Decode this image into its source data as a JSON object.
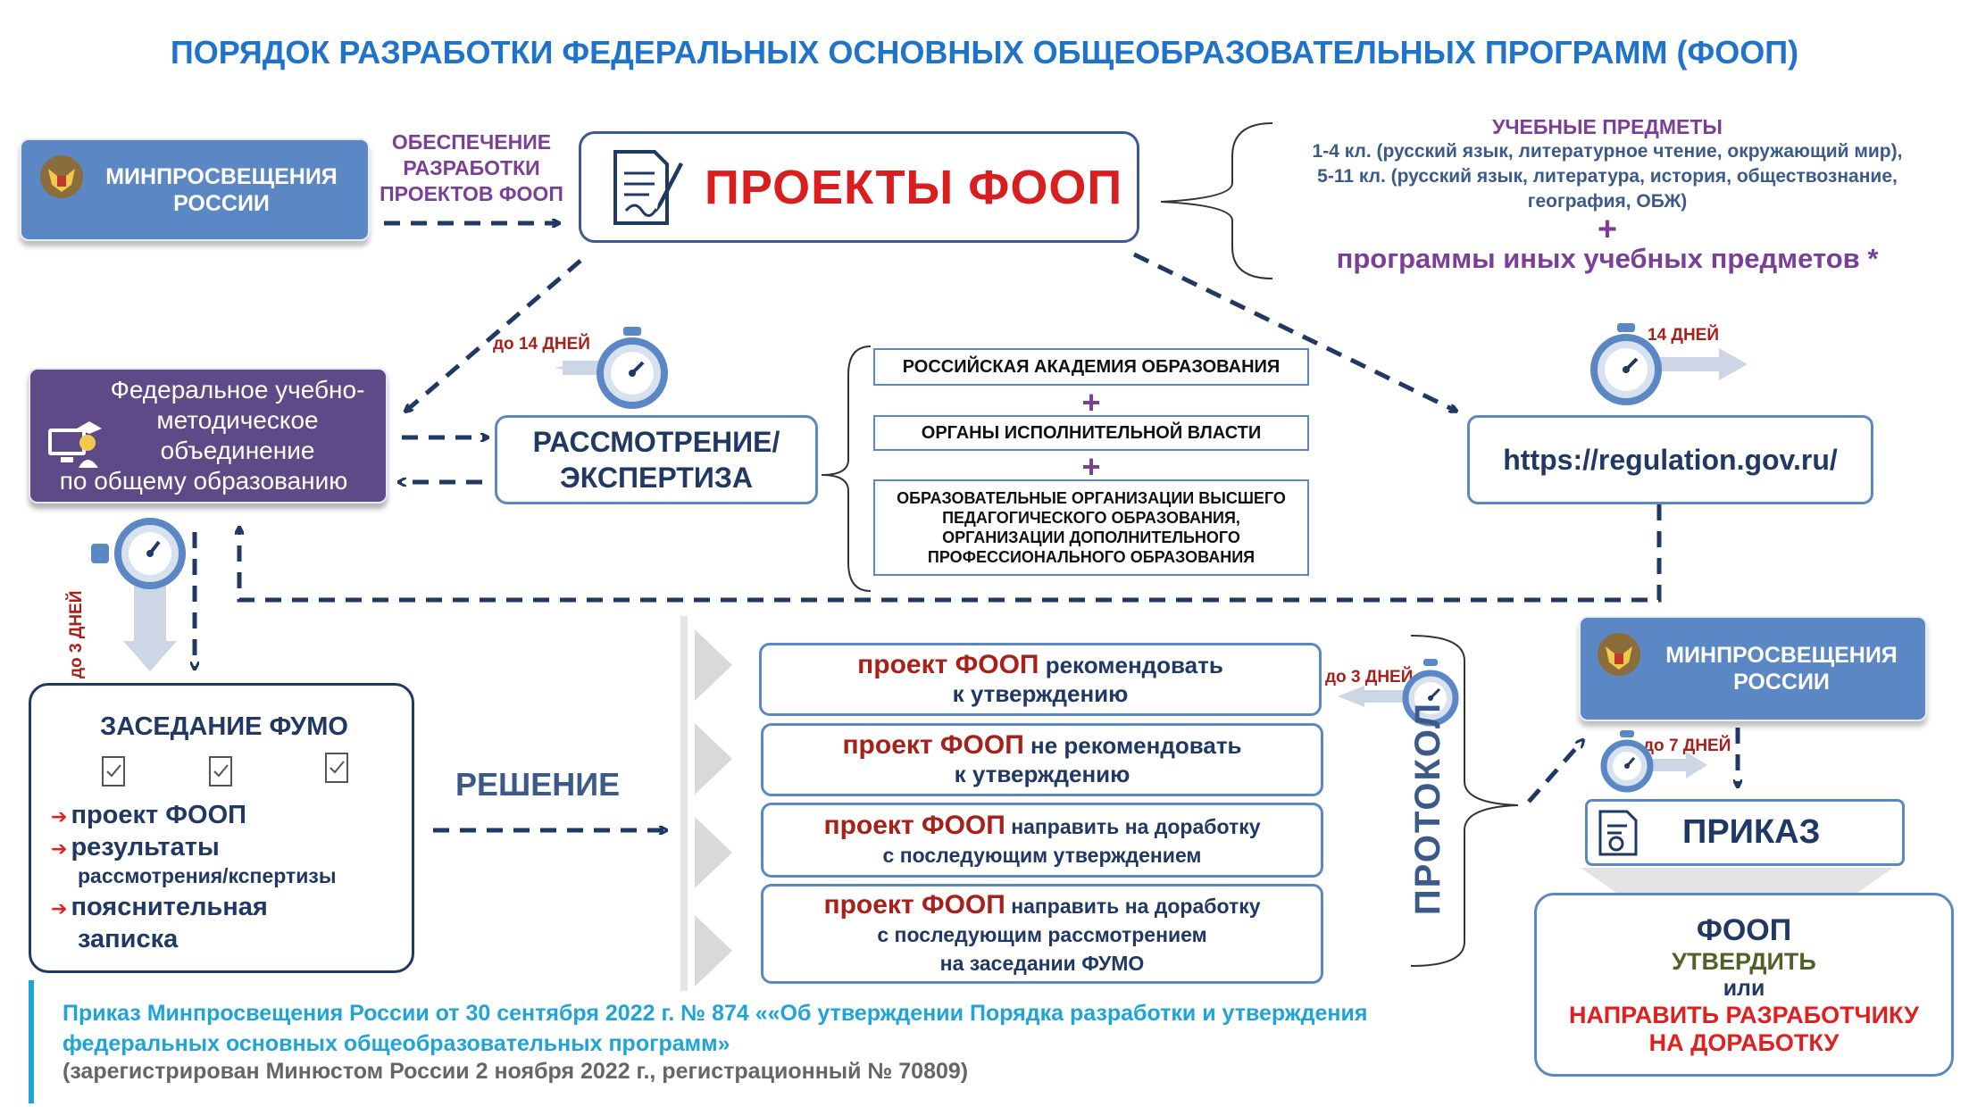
{
  "title": "ПОРЯДОК РАЗРАБОТКИ ФЕДЕРАЛЬНЫХ ОСНОВНЫХ ОБЩЕОБРАЗОВАТЕЛЬНЫХ ПРОГРАММ (ФООП)",
  "ministry": {
    "line1": "МИНПРОСВЕЩЕНИЯ",
    "line2": "РОССИИ"
  },
  "provision": {
    "line1": "ОБЕСПЕЧЕНИЕ",
    "line2": "РАЗРАБОТКИ",
    "line3": "ПРОЕКТОВ ФООП"
  },
  "projects": {
    "title": "ПРОЕКТЫ ФООП",
    "icon": "document-pen-icon"
  },
  "subjects": {
    "heading": "УЧЕБНЫЕ ПРЕДМЕТЫ",
    "line1": "1-4 кл. (русский язык, литературное чтение, окружающий мир),",
    "line2": "5-11 кл. (русский язык, литература, история, обществознание,",
    "line3": "география, ОБЖ)",
    "plus": "+",
    "other": "программы иных учебных предметов *"
  },
  "timers": {
    "up_to_14": "до 14 ДНЕЙ",
    "days_14": "14 ДНЕЙ",
    "up_to_3_vertical": "до 3 ДНЕЙ",
    "up_to_3": "до 3 ДНЕЙ",
    "up_to_7": "до 7 ДНЕЙ",
    "icon": "stopwatch-icon"
  },
  "fumo": {
    "line1": "Федеральное учебно-",
    "line2": "методическое",
    "line3": "объединение",
    "line4": "по общему образованию",
    "icon": "teacher-computer-icon"
  },
  "review": {
    "line1": "РАССМОТРЕНИЕ/",
    "line2": "ЭКСПЕРТИЗА"
  },
  "organizations": {
    "org1": "РОССИЙСКАЯ АКАДЕМИЯ ОБРАЗОВАНИЯ",
    "plus": "+",
    "org2": "ОРГАНЫ ИСПОЛНИТЕЛЬНОЙ ВЛАСТИ",
    "org3": [
      "ОБРАЗОВАТЕЛЬНЫЕ ОРГАНИЗАЦИИ ВЫСШЕГО",
      "ПЕДАГОГИЧЕСКОГО ОБРАЗОВАНИЯ,",
      "ОРГАНИЗАЦИИ ДОПОЛНИТЕЛЬНОГО",
      "ПРОФЕССИОНАЛЬНОГО ОБРАЗОВАНИЯ"
    ]
  },
  "url": "https://regulation.gov.ru/",
  "meeting": {
    "title": "ЗАСЕДАНИЕ ФУМО",
    "icon": "checklist-icon",
    "b1": "проект ФООП",
    "b2": "результаты",
    "b2b": "рассмотрения/кспертизы",
    "b3": "пояснительная",
    "b3b": "записка"
  },
  "decision_label": "РЕШЕНИЕ",
  "decisions": [
    {
      "red": "проект ФООП",
      "rest1": " рекомендовать",
      "rest2": "к утверждению"
    },
    {
      "red": "проект ФООП",
      "rest1": " не рекомендовать",
      "rest2": "к утверждению"
    },
    {
      "red": "проект ФООП",
      "rest1": " направить на доработку",
      "rest2": "с последующим утверждением"
    },
    {
      "red": "проект ФООП",
      "rest1": " направить на доработку",
      "rest2": "с последующим рассмотрением",
      "rest3": "на заседании ФУМО"
    }
  ],
  "protocol": "ПРОТОКОЛ",
  "order": {
    "label": "ПРИКАЗ",
    "icon": "certificate-document-icon"
  },
  "result": {
    "title": "ФООП",
    "approve": "УТВЕРДИТЬ",
    "or": "или",
    "send1": "НАПРАВИТЬ РАЗРАБОТЧИКУ",
    "send2": "НА ДОРАБОТКУ"
  },
  "footer": {
    "line1": "Приказ Минпросвещения России от 30 сентября 2022 г. № 874 ««Об утверждении Порядка разработки и утверждения",
    "line2": "федеральных основных общеобразовательных программ»",
    "line3": "(зарегистрирован Минюстом России 2 ноября 2022 г., регистрационный № 70809)"
  },
  "colors": {
    "title_blue": "#1f73c9",
    "ministry_blue": "#5b87c5",
    "fumo_purple": "#5d4a86",
    "accent_red": "#d81e1e",
    "dark_navy": "#1f3864",
    "footer_cyan": "#1ea4d8"
  }
}
